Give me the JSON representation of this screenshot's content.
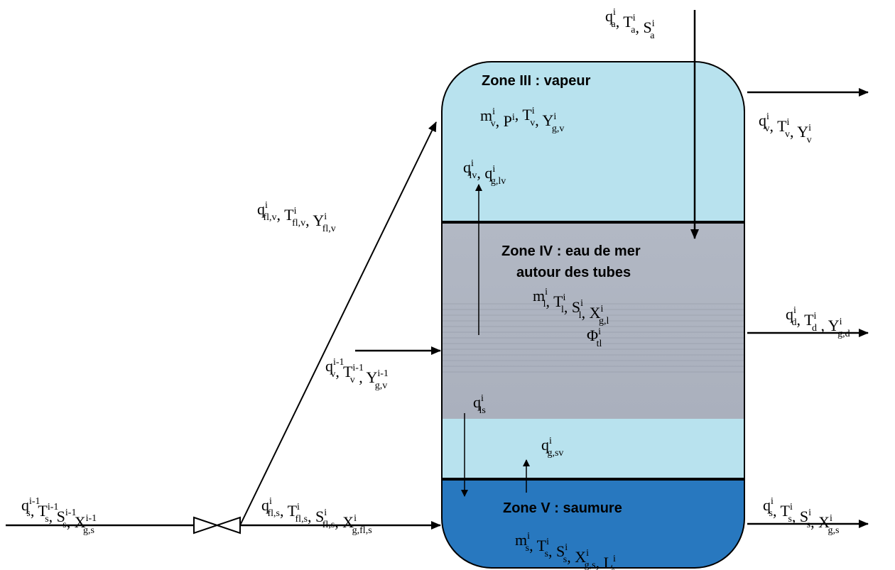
{
  "zones": {
    "vapeur": {
      "title": "Zone III : vapeur"
    },
    "eau_de_mer": {
      "title_line1": "Zone IV : eau de mer",
      "title_line2": "autour des tubes"
    },
    "saumure": {
      "title": "Zone V : saumure"
    }
  },
  "colors": {
    "zone_vapeur": "#b8e2ee",
    "zone_eau_de_mer": "#b0b5c2",
    "zone_liquide_bas": "#b8e2ee",
    "zone_saumure": "#2878bf",
    "stroke": "#000000"
  },
  "labels": [
    {
      "id": "in-a",
      "base": "q",
      "sup": "i",
      "sub": "a",
      "rest": [
        ", T",
        "i",
        "a",
        ", S",
        "i",
        "a"
      ]
    },
    {
      "id": "vap-state",
      "base": "m",
      "sup": "i",
      "sub": "v",
      "rest": [
        ", P",
        "i",
        "",
        ", T",
        "i",
        "v",
        ", Y",
        "i",
        "g,v"
      ]
    },
    {
      "id": "out-v",
      "base": "q",
      "sup": "i",
      "sub": "v",
      "rest": [
        ", T",
        "i",
        "v",
        ", Y",
        "i",
        "v"
      ]
    },
    {
      "id": "fl-v",
      "base": "q",
      "sup": "i",
      "sub": "fl,v",
      "rest": [
        ", T",
        "i",
        "fl,v",
        ", Y",
        "i",
        "fl,v"
      ]
    },
    {
      "id": "lv",
      "base": "q",
      "sup": "i",
      "sub": "lv",
      "rest": [
        ",  q",
        "i",
        "g,lv"
      ]
    },
    {
      "id": "liq-state",
      "base": "m",
      "sup": "i",
      "sub": "l",
      "rest": [
        ", T",
        "i",
        "l",
        ", S",
        "i",
        "l",
        ", X",
        "i",
        "g,l"
      ]
    },
    {
      "id": "phi",
      "base": "Φ",
      "sup": "i",
      "sub": "tl",
      "rest": []
    },
    {
      "id": "out-d",
      "base": "q",
      "sup": "i",
      "sub": "d",
      "rest": [
        ", T",
        "i",
        "d",
        " , Y",
        "i",
        "g,d"
      ]
    },
    {
      "id": "in-v",
      "base": "q",
      "sup": "i-1",
      "sub": "v",
      "rest": [
        ", T",
        "i-1",
        "v",
        " , Y",
        "i-1",
        "g,v"
      ]
    },
    {
      "id": "ls",
      "base": "q",
      "sup": "i",
      "sub": "ls",
      "rest": []
    },
    {
      "id": "gsv",
      "base": "q",
      "sup": "i",
      "sub": "g,sv",
      "rest": []
    },
    {
      "id": "in-s",
      "base": "q",
      "sup": "i-1",
      "sub": "s",
      "rest": [
        ", T",
        "i-1",
        "s",
        ", S",
        "i-1",
        "s",
        ", X",
        "i-1",
        "g,s"
      ]
    },
    {
      "id": "fl-s",
      "base": "q",
      "sup": "i",
      "sub": "fl,s",
      "rest": [
        ", T",
        "i",
        "fl,s",
        ", S",
        "i",
        "fl,s",
        ", X",
        "i",
        "g,fl,s"
      ]
    },
    {
      "id": "out-s",
      "base": "q",
      "sup": "i",
      "sub": "s",
      "rest": [
        ", T",
        "i",
        "s",
        ", S",
        "i",
        "s",
        ", X",
        "i",
        "g,s"
      ]
    },
    {
      "id": "sat-state",
      "base": "m",
      "sup": "i",
      "sub": "s",
      "rest": [
        ", T",
        "i",
        "s",
        ", S",
        "i",
        "s",
        ", X",
        "i",
        "g,s",
        ", L",
        "i",
        "s"
      ]
    }
  ]
}
